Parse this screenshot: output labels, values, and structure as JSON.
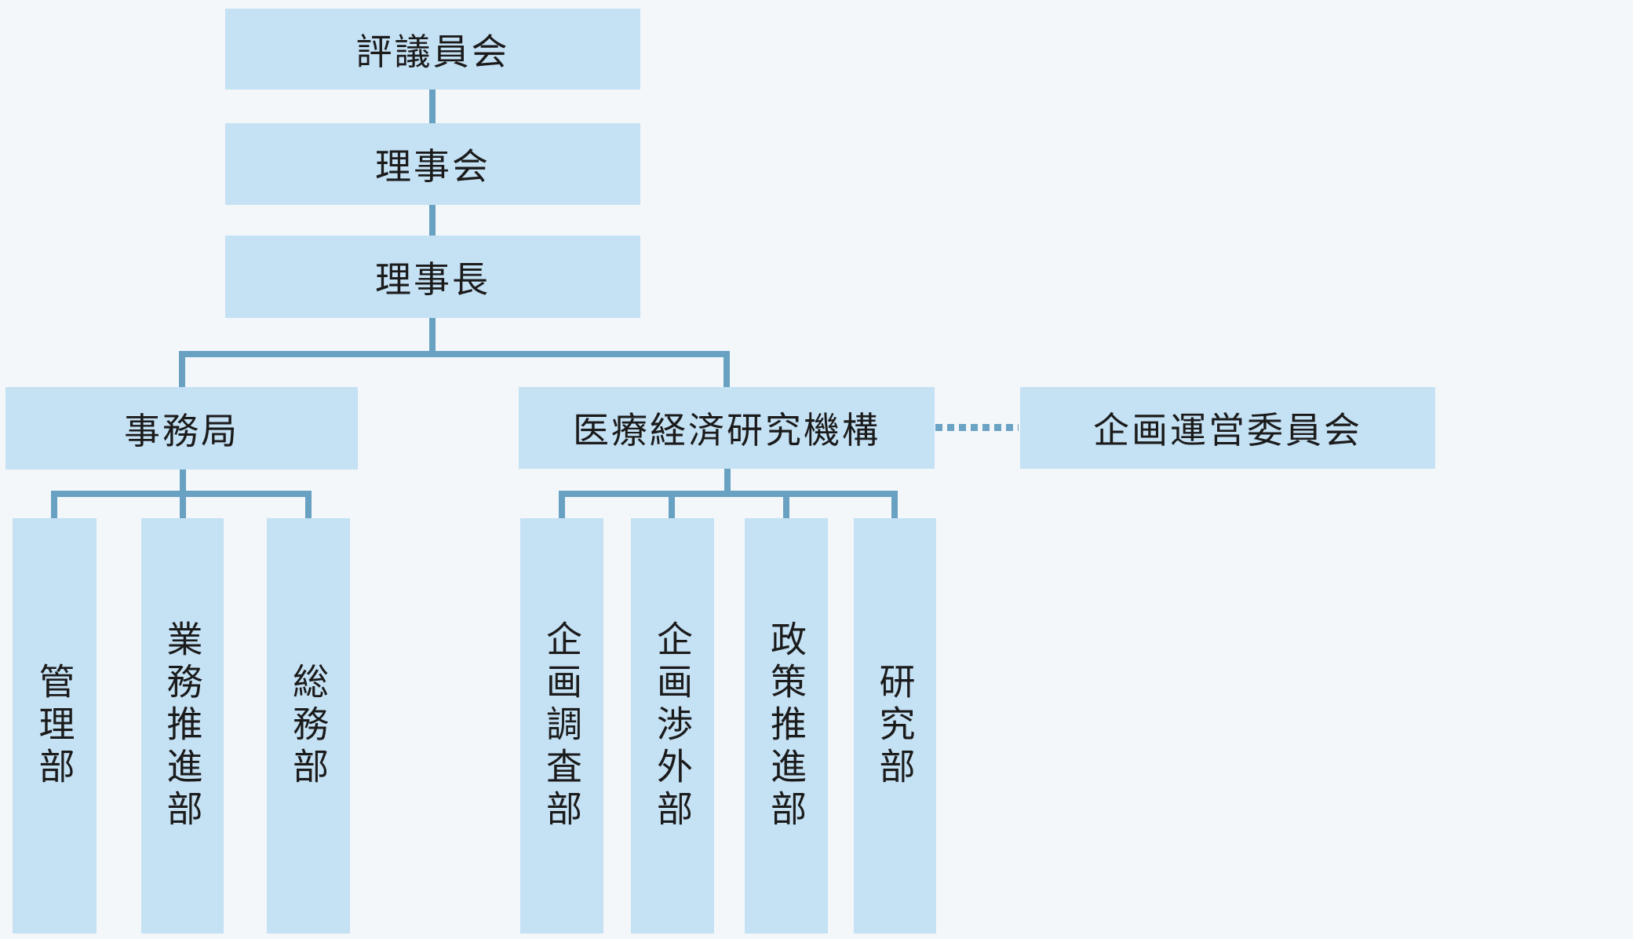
{
  "diagram": {
    "type": "organization-chart",
    "language": "ja",
    "colors": {
      "background": "#f3f7fa",
      "box_fill": "#c5e1f4",
      "connector": "#68a1c2",
      "dotted_connector": "#6ba3c4",
      "text": "#1b1b1b"
    },
    "nodes": {
      "councilors": {
        "label": "評議員会"
      },
      "board_of_directors": {
        "label": "理事会"
      },
      "chairman": {
        "label": "理事長"
      },
      "secretariat": {
        "label": "事務局"
      },
      "institute": {
        "label": "医療経済研究機構"
      },
      "planning_steering_committee": {
        "label": "企画運営委員会"
      },
      "dept_admin": {
        "label": "管理部"
      },
      "dept_business_promotion": {
        "label": "業務推進部"
      },
      "dept_general_affairs": {
        "label": "総務部"
      },
      "dept_planning_research": {
        "label": "企画調査部"
      },
      "dept_planning_external": {
        "label": "企画渉外部"
      },
      "dept_policy_promotion": {
        "label": "政策推進部"
      },
      "dept_research": {
        "label": "研究部"
      }
    },
    "edges": [
      {
        "from": "評議員会",
        "to": "理事会",
        "style": "solid"
      },
      {
        "from": "理事会",
        "to": "理事長",
        "style": "solid"
      },
      {
        "from": "理事長",
        "to": "事務局",
        "style": "solid"
      },
      {
        "from": "理事長",
        "to": "医療経済研究機構",
        "style": "solid"
      },
      {
        "from": "医療経済研究機構",
        "to": "企画運営委員会",
        "style": "dotted"
      },
      {
        "from": "事務局",
        "to": "管理部",
        "style": "solid"
      },
      {
        "from": "事務局",
        "to": "業務推進部",
        "style": "solid"
      },
      {
        "from": "事務局",
        "to": "総務部",
        "style": "solid"
      },
      {
        "from": "医療経済研究機構",
        "to": "企画調査部",
        "style": "solid"
      },
      {
        "from": "医療経済研究機構",
        "to": "企画渉外部",
        "style": "solid"
      },
      {
        "from": "医療経済研究機構",
        "to": "政策推進部",
        "style": "solid"
      },
      {
        "from": "医療経済研究機構",
        "to": "研究部",
        "style": "solid"
      }
    ]
  }
}
